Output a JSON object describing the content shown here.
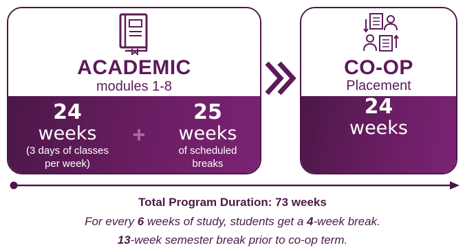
{
  "academic": {
    "title": "ACADEMIC",
    "subtitle": "modules 1-8",
    "icon": "book-icon",
    "left_stat": {
      "number": "24",
      "unit": "weeks",
      "note_line1": "(3 days of classes",
      "note_line2": "per week)"
    },
    "plus_icon": "plus-icon",
    "right_stat": {
      "number": "25",
      "unit": "weeks",
      "note_line1": "of scheduled",
      "note_line2": "breaks"
    }
  },
  "coop": {
    "title": "CO-OP",
    "subtitle": "Placement",
    "icon": "people-exchange-icon",
    "stat": {
      "number": "24",
      "unit": "weeks"
    }
  },
  "arrow_icon": "double-chevron-right-icon",
  "timeline_icon": "timeline-arrow-icon",
  "footer": {
    "total": "Total Program Duration: 73 weeks",
    "line2": {
      "a": "For every ",
      "b": "6",
      "c": " weeks of study, students get a ",
      "d": "4",
      "e": "-week break."
    },
    "line3": {
      "a": "13",
      "b": "-week semester break prior to co-op term."
    }
  },
  "colors": {
    "primary": "#4b1548",
    "accent": "#7b2374",
    "plus": "#a86ba6"
  }
}
